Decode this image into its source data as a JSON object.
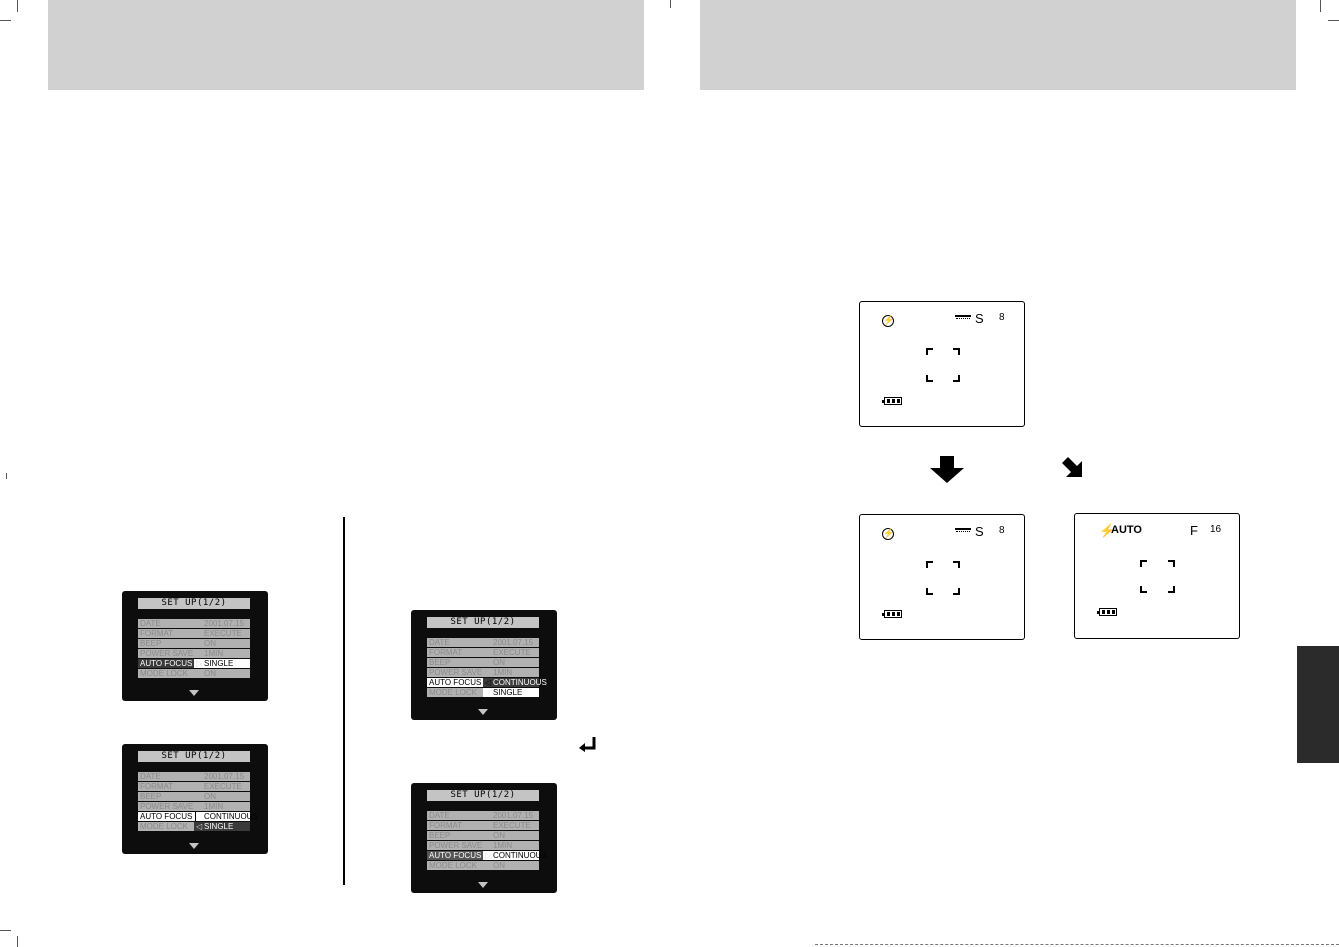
{
  "setup_screen": {
    "title": "SET UP(1/2)",
    "rows": [
      {
        "label": "DATE",
        "value": "2001.07.15"
      },
      {
        "label": "FORMAT",
        "value": "EXECUTE"
      },
      {
        "label": "BEEP",
        "value": "ON"
      },
      {
        "label": "POWER SAVE",
        "value": "1MIN"
      },
      {
        "label": "AUTO FOCUS",
        "value": "SINGLE"
      },
      {
        "label": "MODE LOCK",
        "value": "ON"
      }
    ],
    "values_continuous": "CONTINUOUS",
    "values_single": "SINGLE",
    "arrow_right": "▷",
    "arrow_left": "◁"
  },
  "viewfinder": {
    "mode_letter": "S",
    "count": "8",
    "flash_label": "AUTO",
    "f_letter": "F",
    "f_count": "16"
  },
  "colors": {
    "header_band": "#d1d1d1",
    "lcd_bg": "#0d0d0d",
    "side_tab": "#2b2b2b"
  },
  "icons": [
    "flash-off-icon",
    "white-balance-icon",
    "battery-icon",
    "down-arrow-icon",
    "diagonal-arrow-icon",
    "enter-icon",
    "flash-auto-icon"
  ]
}
